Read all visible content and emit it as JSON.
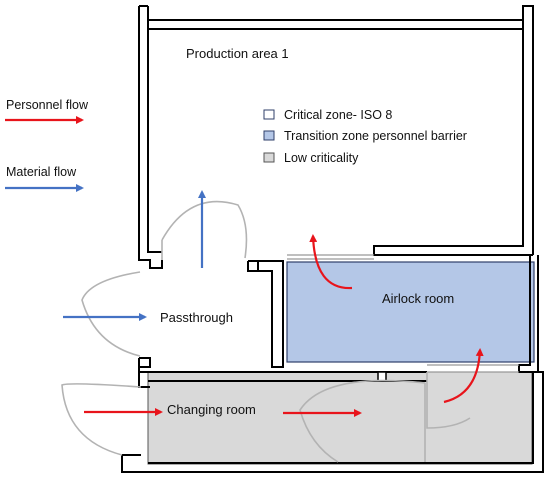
{
  "rooms": {
    "production": "Production area 1",
    "passthrough": "Passthrough",
    "airlock": "Airlock room",
    "changing": "Changing room"
  },
  "flows": {
    "personnel": "Personnel flow",
    "material": "Material flow"
  },
  "legend": [
    {
      "label": "Critical zone- ISO 8",
      "color": "#ffffff"
    },
    {
      "label": "Transition zone personnel barrier",
      "color": "#b4c7e7"
    },
    {
      "label": "Low criticality",
      "color": "#d9d9d9"
    }
  ],
  "colors": {
    "personnel_arrow": "#e8141b",
    "material_arrow": "#4472c4",
    "wall": "#000000",
    "door_swing": "#b3b3b3"
  }
}
